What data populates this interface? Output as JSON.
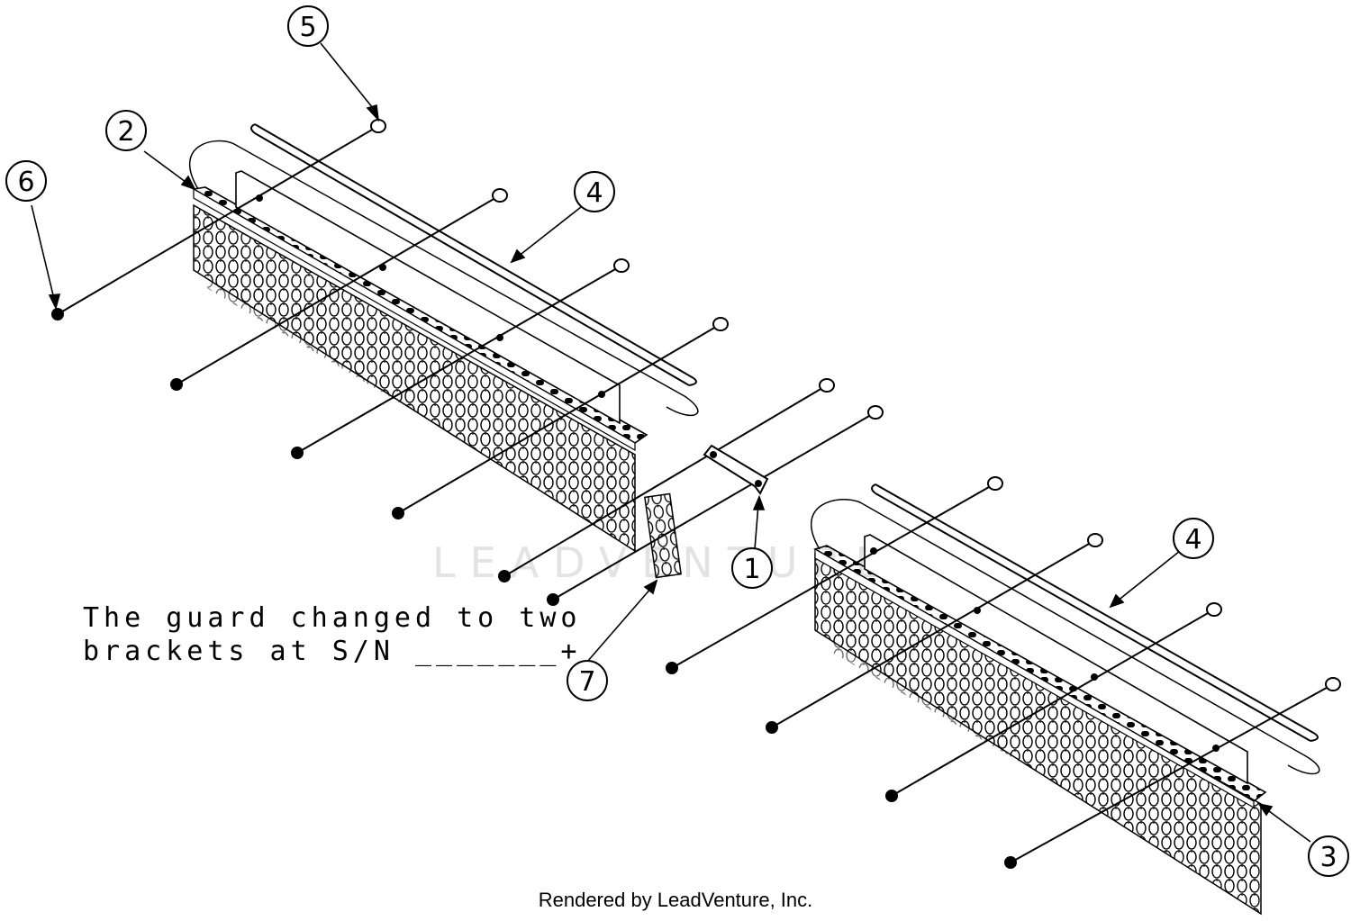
{
  "callouts": {
    "c1": "1",
    "c2": "2",
    "c3": "3",
    "c4a": "4",
    "c4b": "4",
    "c5": "5",
    "c6": "6",
    "c7": "7"
  },
  "note": {
    "line1": "The guard changed to two",
    "line2": "brackets at S/N _______+"
  },
  "watermark": "LEADVENTURE",
  "credit": "Rendered by LeadVenture, Inc.",
  "colors": {
    "ink": "#000000",
    "background": "#ffffff",
    "watermark": "#e3e3e3"
  }
}
